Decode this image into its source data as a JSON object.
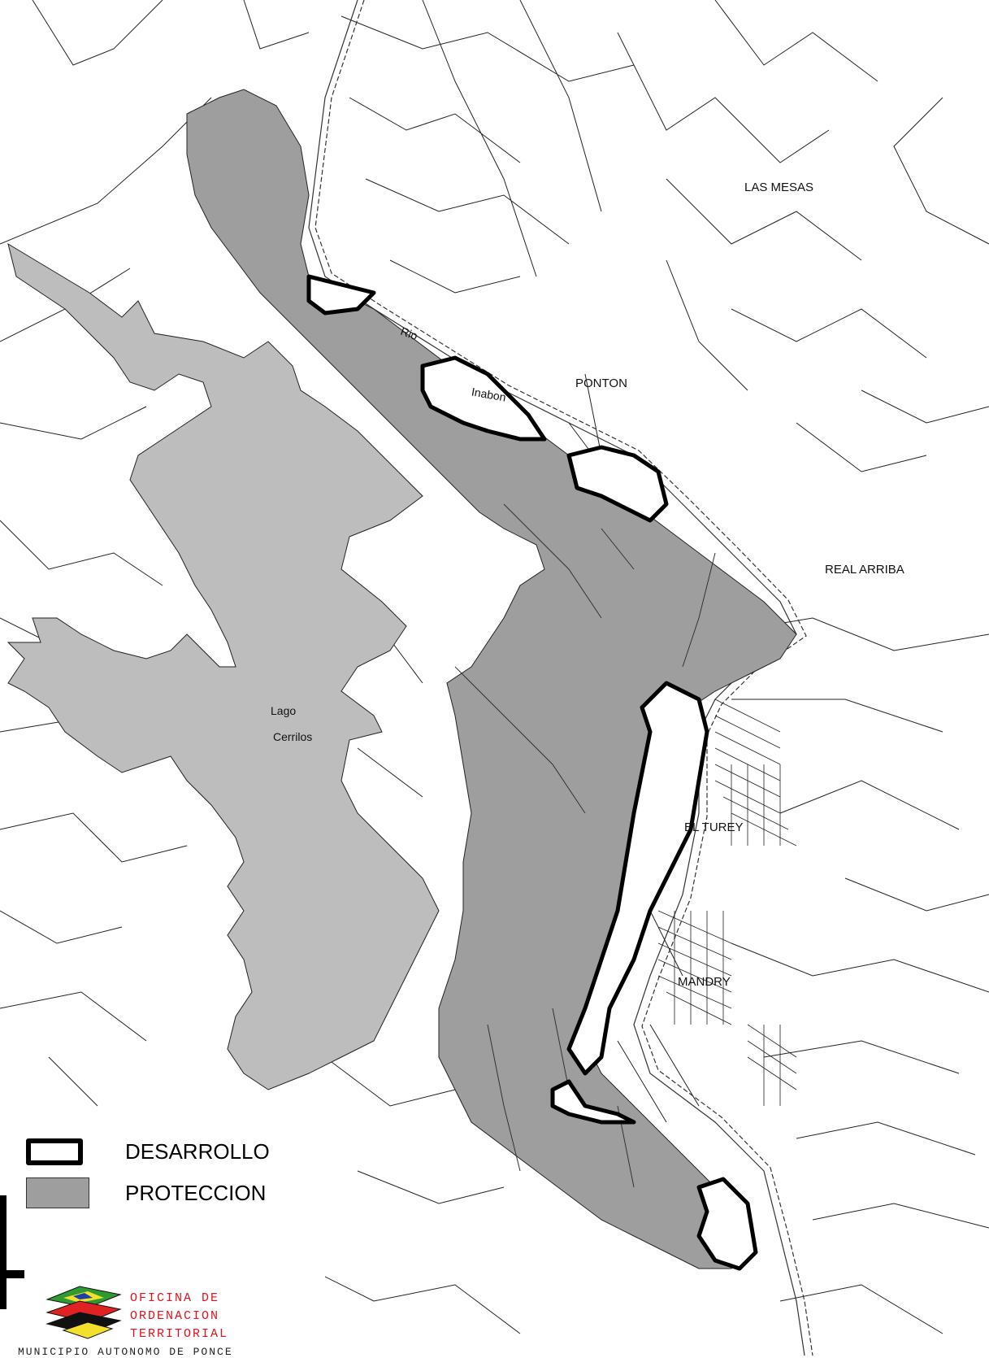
{
  "places": {
    "las_mesas": "LAS MESAS",
    "ponton": "PONTON",
    "real_arriba": "REAL ARRIBA",
    "inabon": "Inabon",
    "rio": "Rio",
    "lago": "Lago",
    "cerrilos": "Cerrilos",
    "el_tuque": "EL TUREY",
    "mandry": "MANDRY"
  },
  "legend": {
    "items": [
      {
        "label": "DESARROLLO",
        "style": "outline",
        "color": "#000000"
      },
      {
        "label": "PROTECCION",
        "style": "fill",
        "color": "#9e9e9e"
      }
    ]
  },
  "logo": {
    "lines": [
      "OFICINA DE",
      "ORDENACION",
      "TERRITORIAL"
    ],
    "subtitle": "MUNICIPIO AUTONOMO DE PONCE"
  },
  "colors": {
    "protection": "#9e9e9e",
    "lake": "#bdbdbd",
    "development": "#000000",
    "parcel_lines": "#222222"
  }
}
